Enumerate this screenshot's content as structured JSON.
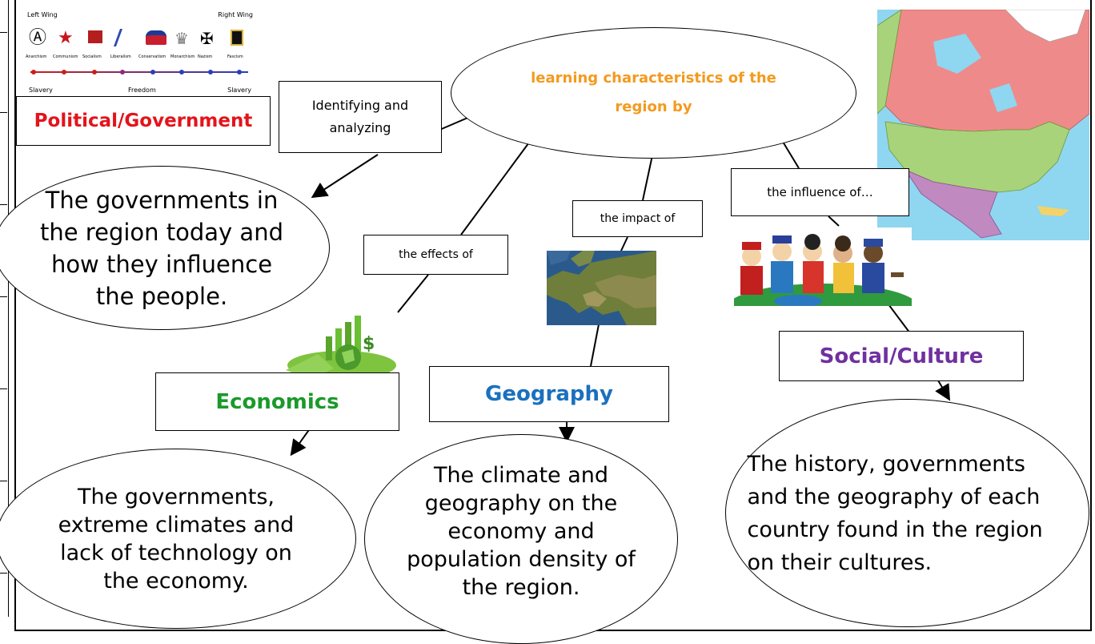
{
  "central": {
    "text": "learning characteristics of the region by",
    "color": "#f39a1e"
  },
  "links": {
    "political": "Identifying and analyzing",
    "economics": "the effects  of",
    "geography": "the impact of",
    "social": "the influence of…"
  },
  "categories": {
    "political": {
      "label": "Political/Government",
      "color": "#e3141b"
    },
    "economics": {
      "label": "Economics",
      "color": "#1a9a2a"
    },
    "geography": {
      "label": "Geography",
      "color": "#1b70be"
    },
    "social": {
      "label": "Social/Culture",
      "color": "#7030a0"
    }
  },
  "details": {
    "political": "The governments in the region today and how they influence the people.",
    "economics": "The governments, extreme climates and lack of technology on the economy.",
    "geography": "The climate and geography on the economy and population density of the region.",
    "social": "The history, governments and the geography of each country found in the region on their cultures."
  },
  "spectrum": {
    "left": "Left Wing",
    "right": "Right Wing",
    "ideologies": [
      "Anarchism",
      "Communism",
      "Socialism",
      "Liberalism",
      "Conservatism",
      "Monarchism",
      "Nazism",
      "Fascism"
    ],
    "scale": [
      "Slavery",
      "Freedom",
      "Slavery"
    ]
  },
  "icons": [
    "political-spectrum-image",
    "north-america-map-image",
    "europe-satellite-image",
    "money-globe-image",
    "world-people-image"
  ]
}
